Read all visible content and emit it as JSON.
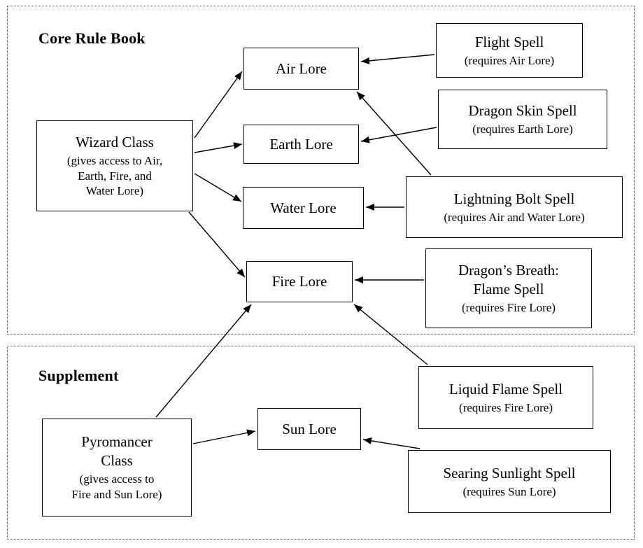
{
  "page": {
    "background_color": "#ffffff",
    "box_border_color": "#000000",
    "arrow_color": "#000000"
  },
  "sections": {
    "core": {
      "label": "Core Rule Book"
    },
    "supplement": {
      "label": "Supplement"
    }
  },
  "nodes": {
    "wizard_class": {
      "title": "Wizard Class",
      "subtitle": "(gives access to Air,\nEarth, Fire, and\nWater Lore)"
    },
    "air_lore": {
      "title": "Air Lore"
    },
    "earth_lore": {
      "title": "Earth Lore"
    },
    "water_lore": {
      "title": "Water Lore"
    },
    "fire_lore": {
      "title": "Fire Lore"
    },
    "flight_spell": {
      "title": "Flight Spell",
      "subtitle": "(requires Air Lore)"
    },
    "dragon_skin_spell": {
      "title": "Dragon Skin Spell",
      "subtitle": "(requires Earth Lore)"
    },
    "lightning_bolt_spell": {
      "title": "Lightning Bolt Spell",
      "subtitle": "(requires Air and Water Lore)"
    },
    "dragons_breath_flame_spell": {
      "title": "Dragon’s Breath:\nFlame Spell",
      "subtitle": "(requires Fire Lore)"
    },
    "liquid_flame_spell": {
      "title": "Liquid Flame Spell",
      "subtitle": "(requires Fire Lore)"
    },
    "pyromancer_class": {
      "title": "Pyromancer\nClass",
      "subtitle": "(gives access to\nFire and Sun Lore)"
    },
    "sun_lore": {
      "title": "Sun Lore"
    },
    "searing_sunlight_spell": {
      "title": "Searing Sunlight Spell",
      "subtitle": "(requires Sun Lore)"
    }
  },
  "edges": [
    {
      "from": "wizard_class",
      "to": "air_lore"
    },
    {
      "from": "wizard_class",
      "to": "earth_lore"
    },
    {
      "from": "wizard_class",
      "to": "water_lore"
    },
    {
      "from": "wizard_class",
      "to": "fire_lore"
    },
    {
      "from": "flight_spell",
      "to": "air_lore"
    },
    {
      "from": "dragon_skin_spell",
      "to": "earth_lore"
    },
    {
      "from": "lightning_bolt_spell",
      "to": "air_lore"
    },
    {
      "from": "lightning_bolt_spell",
      "to": "water_lore"
    },
    {
      "from": "dragons_breath_flame_spell",
      "to": "fire_lore"
    },
    {
      "from": "liquid_flame_spell",
      "to": "fire_lore"
    },
    {
      "from": "pyromancer_class",
      "to": "fire_lore"
    },
    {
      "from": "pyromancer_class",
      "to": "sun_lore"
    },
    {
      "from": "searing_sunlight_spell",
      "to": "sun_lore"
    }
  ]
}
